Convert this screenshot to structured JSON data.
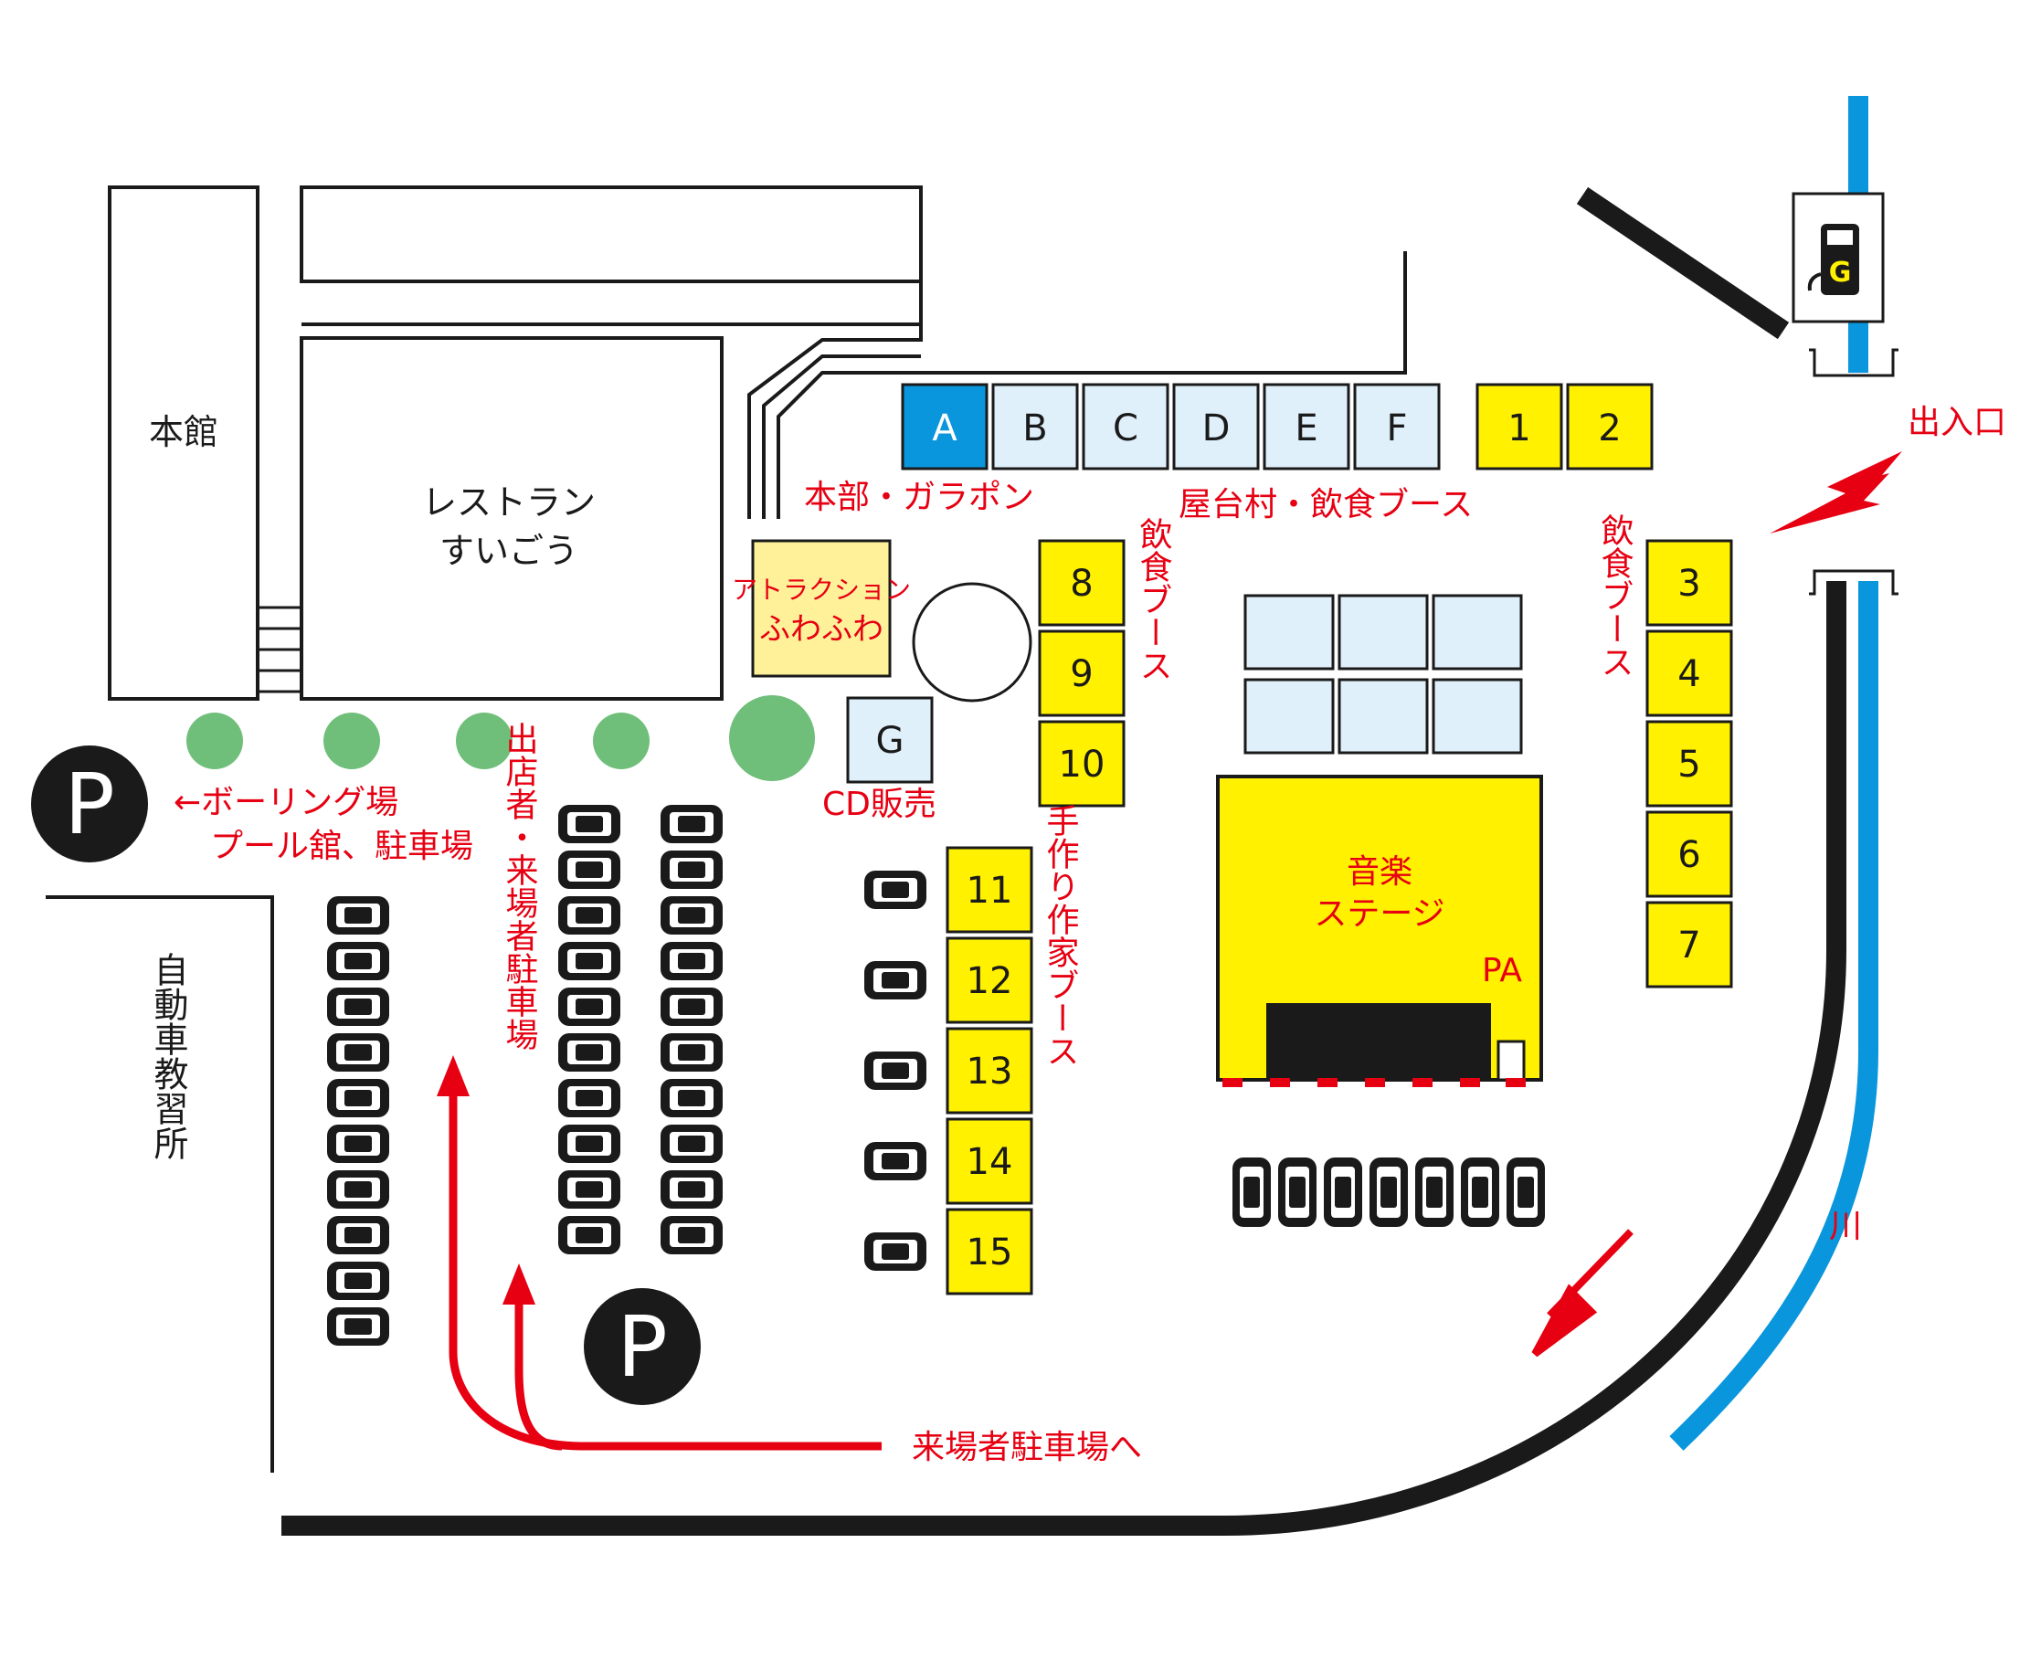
{
  "colors": {
    "red": "#e60012",
    "yellow": "#fff100",
    "light_blue": "#dff0fb",
    "blue_booth": "#0a96dc",
    "river_blue": "#0a96dc",
    "tree_green": "#6fbf7a",
    "attraction_yellow": "#fff19a"
  },
  "buildings": {
    "main_hall": "本館",
    "restaurant_line1": "レストラン",
    "restaurant_line2": "すいごう"
  },
  "booths": {
    "headquarters": [
      "A"
    ],
    "food_village": [
      "B",
      "C",
      "D",
      "E",
      "F"
    ],
    "top_yellow": [
      "1",
      "2"
    ],
    "right_column": [
      "3",
      "4",
      "5",
      "6",
      "7"
    ],
    "center_column": [
      "8",
      "9",
      "10"
    ],
    "handmade": [
      "11",
      "12",
      "13",
      "14",
      "15"
    ],
    "cd_booth": "G"
  },
  "labels": {
    "headquarters": "本部・ガラポン",
    "food_village": "屋台村・飲食ブース",
    "entrance": "出入口",
    "food_booth_center": "飲食ブース",
    "food_booth_right": "飲食ブース",
    "attraction_line1": "アトラクション",
    "attraction_line2": "ふわふわ",
    "cd_sales": "CD販売",
    "bowling_line1": "←ボーリング場",
    "bowling_line2": "プール舘、駐車場",
    "exhibitor_parking": "出店者・来場者駐車場",
    "handmade_booth": "手作り作家ブース",
    "visitor_parking": "来場者駐車場へ",
    "driving_school": "自動車教習所",
    "river": "川",
    "stage_line1": "音楽",
    "stage_line2": "ステージ",
    "pa": "PA",
    "parking_symbol": "P",
    "gas_symbol": "G"
  },
  "icons": [
    "gas-station-icon",
    "parking-icon",
    "car-icon",
    "tree-icon",
    "arrow-icon"
  ]
}
